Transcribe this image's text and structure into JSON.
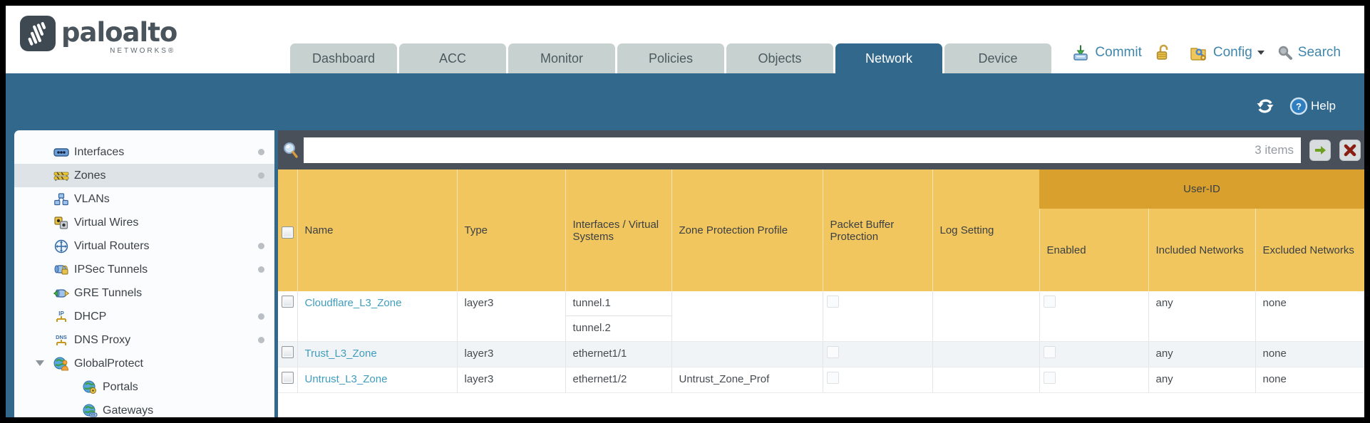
{
  "brand": {
    "name": "paloalto",
    "sub": "NETWORKS®"
  },
  "nav": {
    "tabs": [
      "Dashboard",
      "ACC",
      "Monitor",
      "Policies",
      "Objects",
      "Network",
      "Device"
    ],
    "active_tab": "Network"
  },
  "actions": {
    "commit": "Commit",
    "config": "Config",
    "search": "Search",
    "refresh": "",
    "help": "Help"
  },
  "filter": {
    "value": "",
    "count_label": "3 items"
  },
  "sidebar": {
    "items": [
      {
        "label": "Interfaces"
      },
      {
        "label": "Zones"
      },
      {
        "label": "VLANs"
      },
      {
        "label": "Virtual Wires"
      },
      {
        "label": "Virtual Routers"
      },
      {
        "label": "IPSec Tunnels"
      },
      {
        "label": "GRE Tunnels"
      },
      {
        "label": "DHCP"
      },
      {
        "label": "DNS Proxy"
      },
      {
        "label": "GlobalProtect"
      },
      {
        "label": "Portals"
      },
      {
        "label": "Gateways"
      }
    ],
    "selected": "Zones"
  },
  "table": {
    "group_header": "User-ID",
    "columns": [
      "Name",
      "Type",
      "Interfaces / Virtual Systems",
      "Zone Protection Profile",
      "Packet Buffer Protection",
      "Log Setting",
      "Enabled",
      "Included Networks",
      "Excluded Networks"
    ],
    "rows": [
      {
        "name": "Cloudflare_L3_Zone",
        "type": "layer3",
        "interfaces": [
          "tunnel.1",
          "tunnel.2"
        ],
        "zone_protection_profile": "",
        "log_setting": "",
        "included_networks": "any",
        "excluded_networks": "none"
      },
      {
        "name": "Trust_L3_Zone",
        "type": "layer3",
        "interfaces": [
          "ethernet1/1"
        ],
        "zone_protection_profile": "",
        "log_setting": "",
        "included_networks": "any",
        "excluded_networks": "none"
      },
      {
        "name": "Untrust_L3_Zone",
        "type": "layer3",
        "interfaces": [
          "ethernet1/2"
        ],
        "zone_protection_profile": "Untrust_Zone_Prof",
        "log_setting": "",
        "included_networks": "any",
        "excluded_networks": "none"
      }
    ]
  },
  "colors": {
    "accent_blue": "#31688c",
    "header_orange": "#f2c65e",
    "userid_band": "#d9a02e",
    "link": "#3f9cbe",
    "filter_bar": "#495059"
  }
}
